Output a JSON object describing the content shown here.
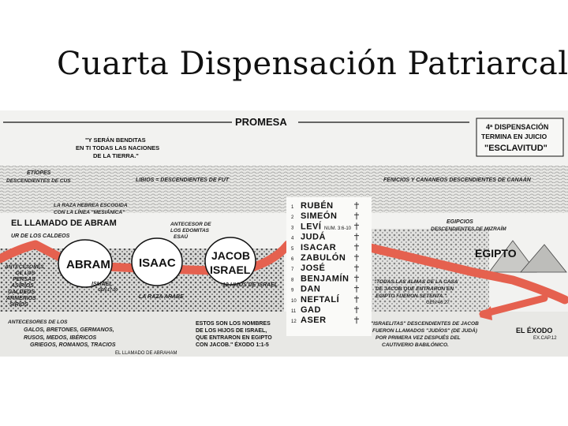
{
  "title": "Cuarta Dispensación Patriarcal",
  "promesa": "PROMESA",
  "dispensation": {
    "line1": "4ª DISPENSACIÓN",
    "line2": "TERMINA EN JUICIO",
    "line3": "\"ESCLAVITUD\""
  },
  "blessing": {
    "line1": "\"Y SERÁN BENDITAS",
    "line2": "EN TI TODAS LAS NACIONES",
    "line3": "DE LA TIERRA.\""
  },
  "etiopes": {
    "line1": "ETÍOPES",
    "line2": "DESCENDIENTES DE CUS"
  },
  "libios": "LIBIOS = DESCENDIENTES DE FUT",
  "fenicios": "FENICIOS Y CANANEOS  DESCENDIENTES DE CANAÁN",
  "raza_hebrea": {
    "line1": "LA RAZA HEBREA ESCOGIDA",
    "line2": "CON LA LÍNEA \"MESIÁNICA\""
  },
  "llamado": "EL LLAMADO DE ABRAM",
  "ur": "UR DE LOS CALDEOS",
  "edomitas": {
    "line1": "ANTECESOR DE",
    "line2": "LOS EDOMITAS",
    "line3": "ESAÚ"
  },
  "egipcios": {
    "line1": "EGIPCIOS",
    "line2": "DESCENDIENTES DE MIZRAÍM"
  },
  "egipto": "EGIPTO",
  "patriarchs": {
    "abram": "ABRAM",
    "isaac": "ISAAC",
    "jacob1": "JACOB",
    "jacob2": "ISRAEL"
  },
  "ismael": {
    "line1": "ISMAEL",
    "line2": "GEN.17:20"
  },
  "raza_arabe": "LA RAZA ARABE",
  "doce_hijos": "12 HIJOS DE ISRAEL",
  "tribes": [
    {
      "n": "1",
      "name": "RUBÉN"
    },
    {
      "n": "2",
      "name": "SIMEÓN"
    },
    {
      "n": "3",
      "name": "LEVÍ"
    },
    {
      "n": "4",
      "name": "JUDÁ"
    },
    {
      "n": "5",
      "name": "ISACAR"
    },
    {
      "n": "6",
      "name": "ZABULÓN"
    },
    {
      "n": "7",
      "name": "JOSÉ"
    },
    {
      "n": "8",
      "name": "BENJAMÍN"
    },
    {
      "n": "9",
      "name": "DAN"
    },
    {
      "n": "10",
      "name": "NEFTALÍ"
    },
    {
      "n": "11",
      "name": "GAD"
    },
    {
      "n": "12",
      "name": "ASER"
    }
  ],
  "levi_note": "NUM. 3:6-10",
  "antecesores_left": {
    "line1": "ANTECESORES",
    "line2": "DE LOS",
    "line3": "PERSAS",
    "line4": "ASIRIOS",
    "line5": "CALDEOS",
    "line6": "ARMENIOS",
    "line7": "SIRIOS"
  },
  "antecesores_bottom": {
    "line1": "ANTECESORES DE LOS",
    "line2": "GALOS, BRETONES, GERMANOS,",
    "line3": "RUSOS, MEDOS, IBÉRICOS",
    "line4": "GRIEGOS, ROMANOS, TRACIOS"
  },
  "hijos_note": {
    "line1": "ESTOS SON LOS NOMBRES",
    "line2": "DE LOS HIJOS DE ISRAEL,",
    "line3": "QUE ENTRARON EN EGIPTO",
    "line4": "CON JACOB.\" ÉXODO 1:1-5"
  },
  "almas_note": {
    "line1": "\"TODAS LAS ALMAS DE LA CASA",
    "line2": "DE JACOB QUE ENTRARON EN",
    "line3": "EGIPTO FUERON SETENTA.\"",
    "line4": "GEN.46:27"
  },
  "israelitas_note": {
    "line1": "\"ISRAELITAS\" DESCENDIENTES DE JACOB",
    "line2": "FUERON LLAMADOS \"JUDÍOS\" (DE JUDÁ)",
    "line3": "POR PRIMERA VEZ DESPUÉS DEL",
    "line4": "CAUTIVERIO BABILÓNICO."
  },
  "exodo": {
    "line1": "EL ÉXODO",
    "line2": "EX.CAP.12"
  },
  "llamado_footer": "EL LLAMADO DE ABRAHAM",
  "colors": {
    "arrow": "#e5614f",
    "ink": "#111111",
    "paper": "#f4f4f2",
    "shade": "#9a9a9a"
  }
}
